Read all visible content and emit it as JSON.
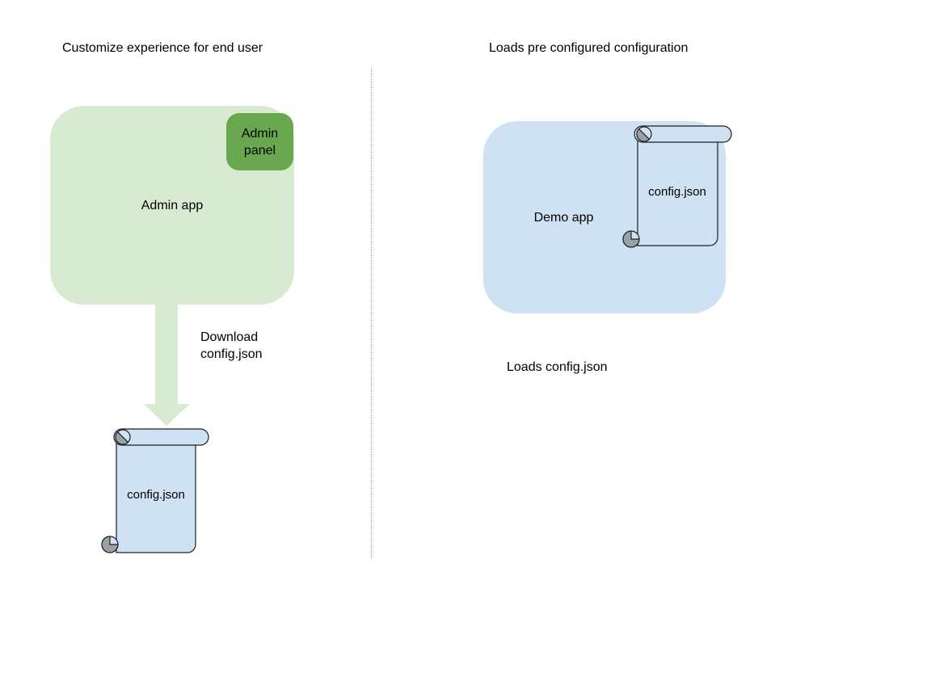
{
  "diagram": {
    "left": {
      "title": "Customize experience for end user",
      "app_label": "Admin app",
      "panel_label": "Admin panel",
      "arrow_label_line1": "Download",
      "arrow_label_line2": "config.json",
      "file_label": "config.json"
    },
    "right": {
      "title": "Loads pre configured configuration",
      "app_label": "Demo app",
      "file_label": "config.json",
      "caption": "Loads config.json"
    }
  },
  "colors": {
    "light_green": "#d9ead3",
    "dark_green": "#6aa84f",
    "light_blue": "#cfe2f3",
    "scroll_outline": "#1f1f1f",
    "curl_gray": "#9aa2a8",
    "divider_gray": "#999999"
  }
}
